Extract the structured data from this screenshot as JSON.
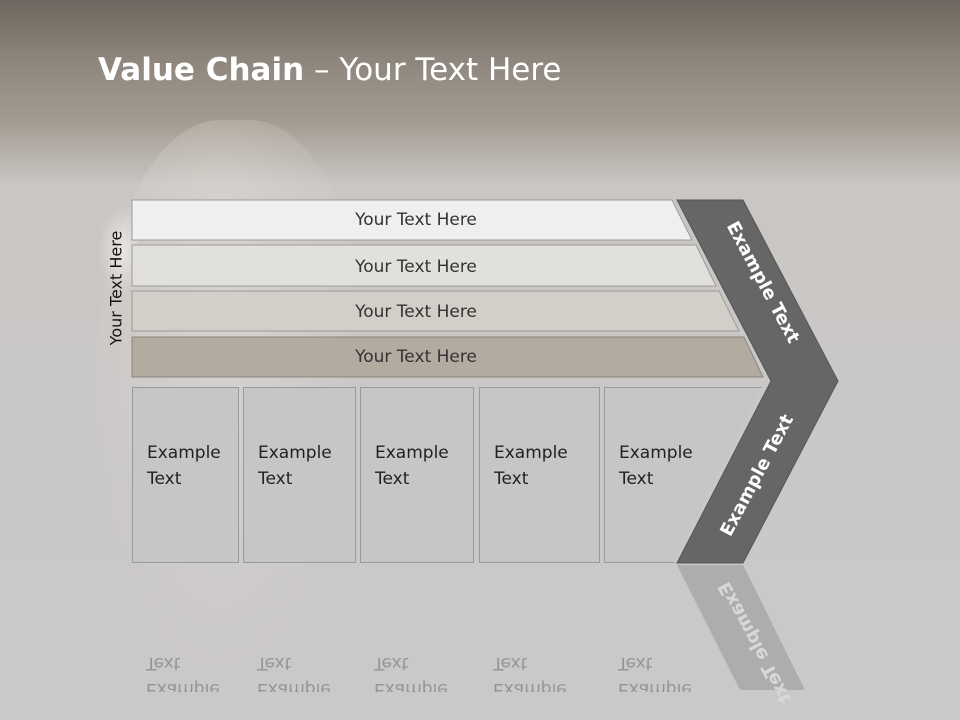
{
  "slide": {
    "title_bold": "Value Chain",
    "title_rest": " – Your Text Here",
    "side_label": "Your Text Here"
  },
  "rows": [
    {
      "label": "Your Text Here",
      "color": "#efefef"
    },
    {
      "label": "Your Text Here",
      "color": "#e2e0dc"
    },
    {
      "label": "Your Text Here",
      "color": "#d2cec8"
    },
    {
      "label": "Your Text Here",
      "color": "#b3aaa0"
    }
  ],
  "boxes": [
    {
      "line1": "Example",
      "line2": "Text"
    },
    {
      "line1": "Example",
      "line2": "Text"
    },
    {
      "line1": "Example",
      "line2": "Text"
    },
    {
      "line1": "Example",
      "line2": "Text"
    },
    {
      "line1": "Example",
      "line2": "Text"
    }
  ],
  "arrow": {
    "upper_label": "Example Text",
    "lower_label": "Example Text",
    "color": "#666666"
  }
}
